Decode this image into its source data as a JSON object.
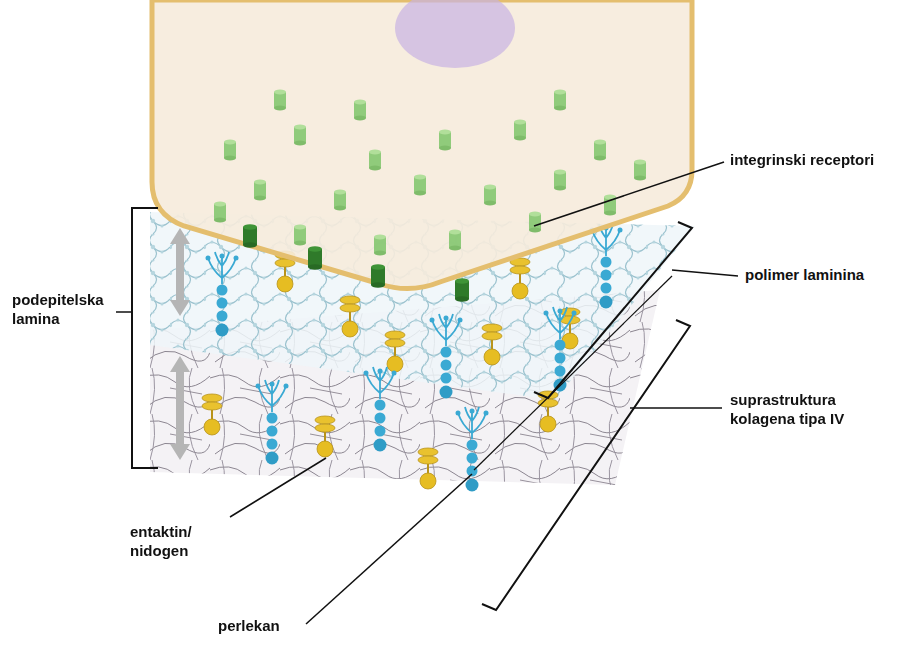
{
  "diagram": {
    "labels": [
      "integrinski receptori",
      "polimer laminina",
      "podepitelska lamina",
      "suprastruktura kolagena tipa IV",
      "entaktin/ nidogen",
      "perlekan"
    ]
  }
}
